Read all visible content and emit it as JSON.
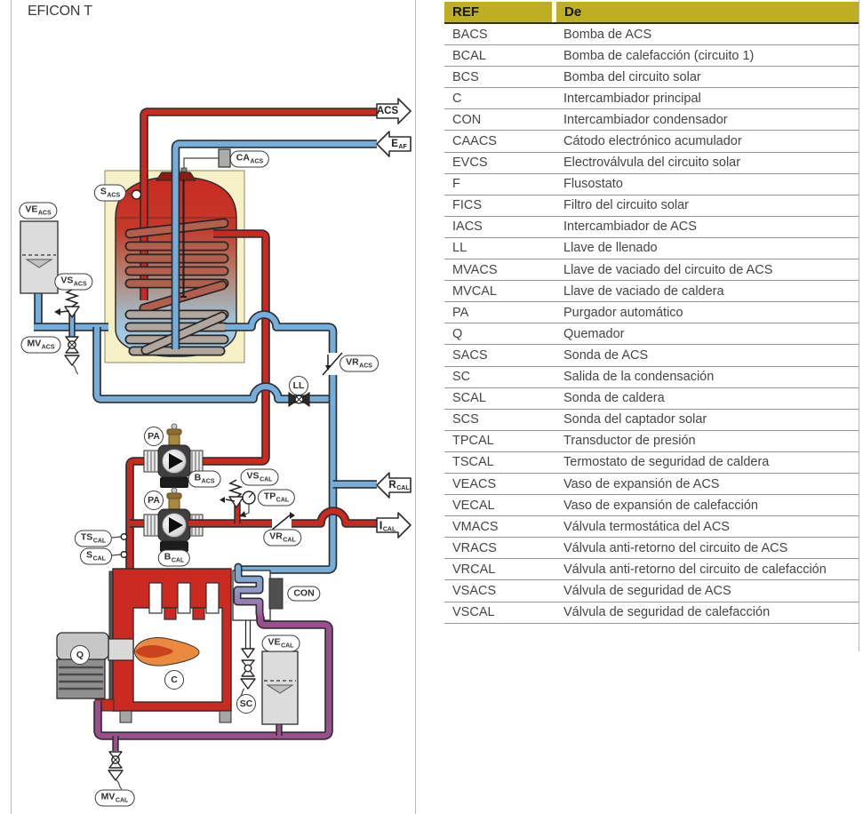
{
  "title": "EFICON T",
  "table": {
    "headers": {
      "ref": "REF",
      "desc": "De"
    },
    "rows": [
      {
        "ref": "BACS",
        "desc": "Bomba de ACS"
      },
      {
        "ref": "BCAL",
        "desc": "Bomba de calefacción (circuito 1)"
      },
      {
        "ref": "BCS",
        "desc": "Bomba del circuito solar"
      },
      {
        "ref": "C",
        "desc": "Intercambiador principal"
      },
      {
        "ref": "CON",
        "desc": "Intercambiador condensador"
      },
      {
        "ref": "CAACS",
        "desc": "Cátodo electrónico acumulador"
      },
      {
        "ref": "EVCS",
        "desc": "Electroválvula del circuito solar"
      },
      {
        "ref": "F",
        "desc": "Flusostato"
      },
      {
        "ref": "FICS",
        "desc": "Filtro del circuito solar"
      },
      {
        "ref": "IACS",
        "desc": "Intercambiador de ACS"
      },
      {
        "ref": "LL",
        "desc": "Llave de llenado"
      },
      {
        "ref": "MVACS",
        "desc": "Llave de vaciado del circuito de ACS"
      },
      {
        "ref": "MVCAL",
        "desc": "Llave de vaciado de caldera"
      },
      {
        "ref": "PA",
        "desc": "Purgador automático"
      },
      {
        "ref": "Q",
        "desc": "Quemador"
      },
      {
        "ref": "SACS",
        "desc": "Sonda de ACS"
      },
      {
        "ref": "SC",
        "desc": "Salida de la condensación"
      },
      {
        "ref": "SCAL",
        "desc": "Sonda de caldera"
      },
      {
        "ref": "SCS",
        "desc": "Sonda del captador solar"
      },
      {
        "ref": "TPCAL",
        "desc": "Transductor de presión"
      },
      {
        "ref": "TSCAL",
        "desc": "Termostato de seguridad de caldera"
      },
      {
        "ref": "VEACS",
        "desc": "Vaso de expansión de ACS"
      },
      {
        "ref": "VECAL",
        "desc": "Vaso de expansión de calefacción"
      },
      {
        "ref": "VMACS",
        "desc": "Válvula termostática del ACS"
      },
      {
        "ref": "VRACS",
        "desc": "Válvula anti-retorno del circuito de ACS"
      },
      {
        "ref": "VRCAL",
        "desc": "Válvula anti-retorno del circuito de calefacción"
      },
      {
        "ref": "VSACS",
        "desc": "Válvula de seguridad de ACS"
      },
      {
        "ref": "VSCAL",
        "desc": "Válvula de seguridad de calefacción"
      }
    ]
  },
  "diagram": {
    "flow_arrows": {
      "acs": {
        "main": "ACS",
        "sub": ""
      },
      "eaf": {
        "main": "E",
        "sub": "AF"
      },
      "rcal": {
        "main": "R",
        "sub": "CAL"
      },
      "ical": {
        "main": "I",
        "sub": "CAL"
      }
    },
    "labels": {
      "ve_acs": {
        "main": "VE",
        "sub": "ACS"
      },
      "vs_acs": {
        "main": "VS",
        "sub": "ACS"
      },
      "mv_acs": {
        "main": "MV",
        "sub": "ACS"
      },
      "s_acs": {
        "main": "S",
        "sub": "ACS"
      },
      "ca_acs": {
        "main": "CA",
        "sub": "ACS"
      },
      "vr_acs": {
        "main": "VR",
        "sub": "ACS"
      },
      "ll": {
        "main": "LL",
        "sub": ""
      },
      "pa": {
        "main": "PA",
        "sub": ""
      },
      "b_acs": {
        "main": "B",
        "sub": "ACS"
      },
      "b_cal": {
        "main": "B",
        "sub": "CAL"
      },
      "vs_cal": {
        "main": "VS",
        "sub": "CAL"
      },
      "tp_cal": {
        "main": "TP",
        "sub": "CAL"
      },
      "vr_cal": {
        "main": "VR",
        "sub": "CAL"
      },
      "ts_cal": {
        "main": "TS",
        "sub": "CAL"
      },
      "s_cal": {
        "main": "S",
        "sub": "CAL"
      },
      "con": {
        "main": "CON",
        "sub": ""
      },
      "ve_cal": {
        "main": "VE",
        "sub": "CAL"
      },
      "sc": {
        "main": "SC",
        "sub": ""
      },
      "q": {
        "main": "Q",
        "sub": ""
      },
      "c": {
        "main": "C",
        "sub": ""
      },
      "mv_cal": {
        "main": "MV",
        "sub": "CAL"
      }
    },
    "colors": {
      "hot_pipe": "#C9291F",
      "cold_pipe": "#74AEDC",
      "return_pipe": "#9A4E8E",
      "insulation": "#F6F0C6",
      "table_header": "#BEAE23"
    }
  }
}
